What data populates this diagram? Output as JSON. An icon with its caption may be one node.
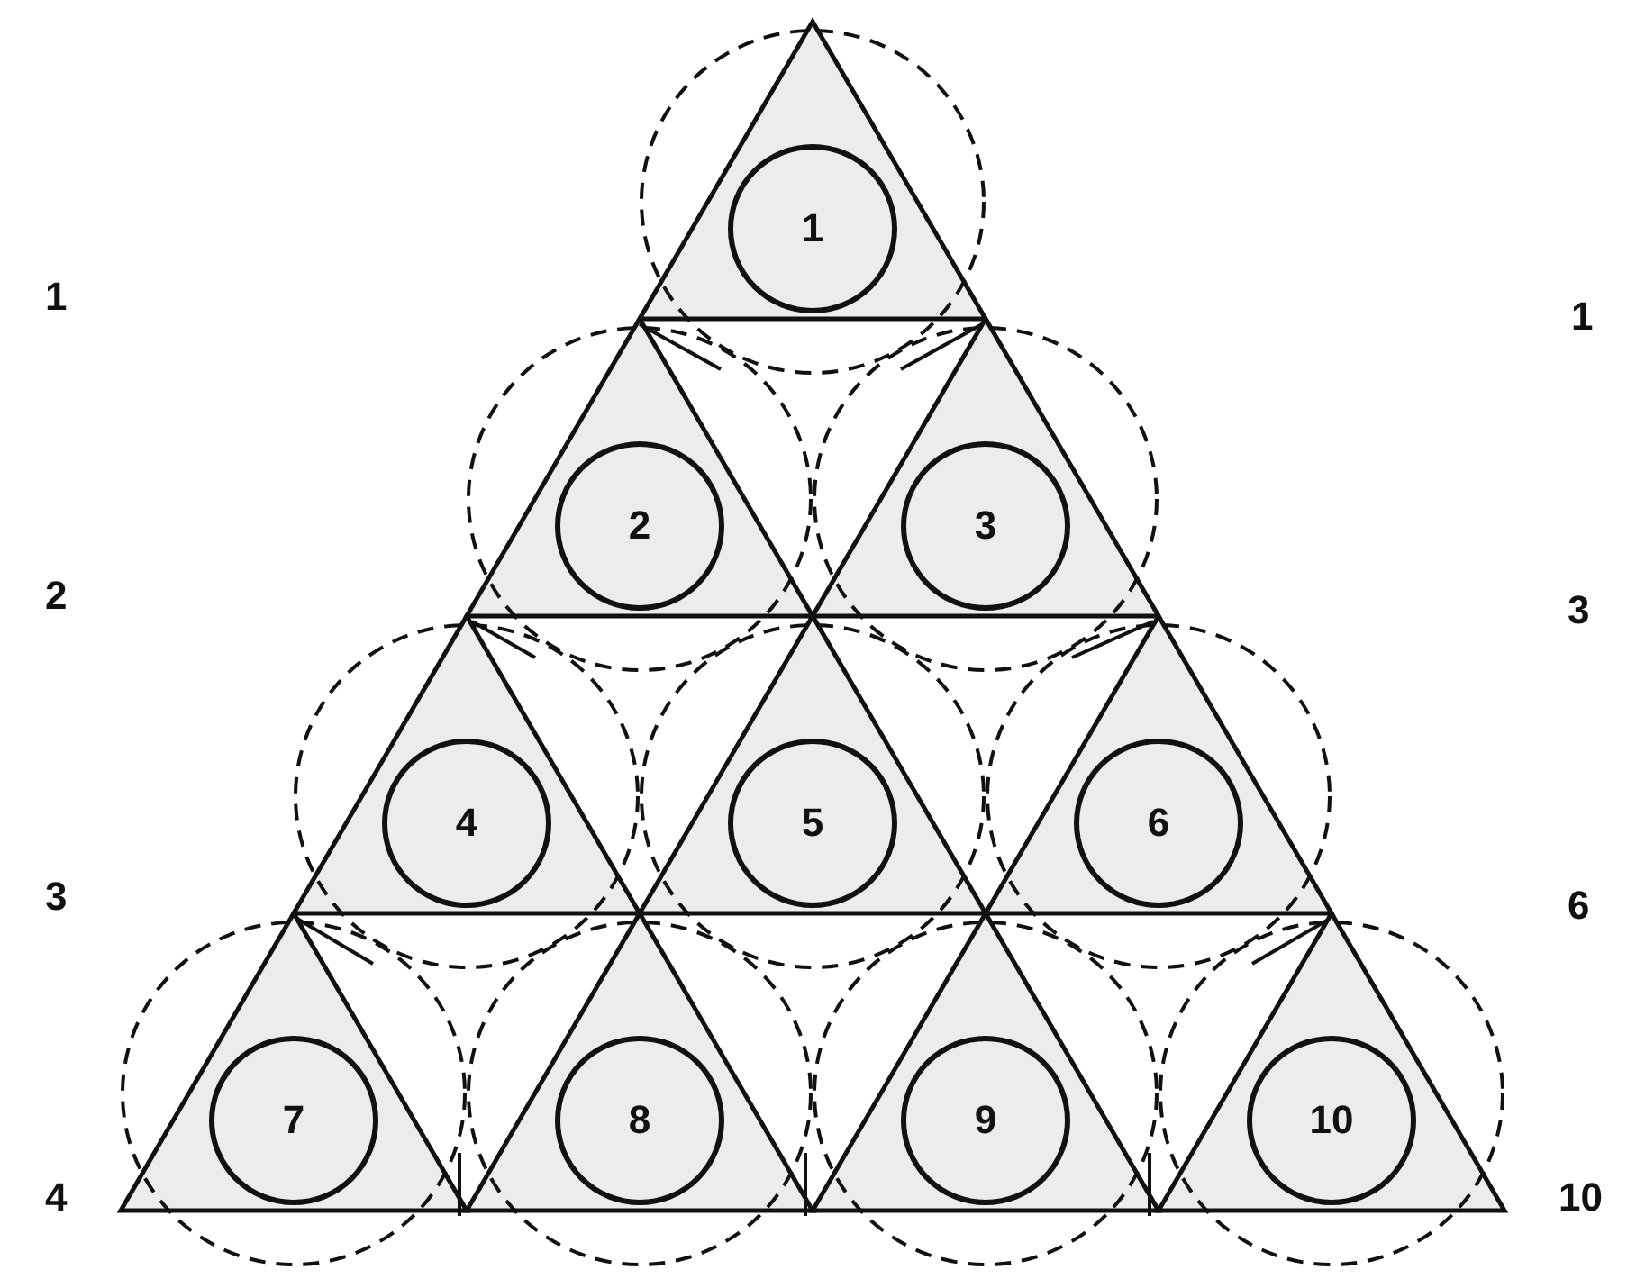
{
  "diagram": {
    "nodes": [
      {
        "text": [
          "1"
        ]
      },
      {
        "text": [
          "2"
        ]
      },
      {
        "text": [
          "3"
        ]
      },
      {
        "text": [
          "4"
        ]
      },
      {
        "text": [
          "5"
        ]
      },
      {
        "text": [
          "6"
        ]
      },
      {
        "text": [
          "7"
        ]
      },
      {
        "text": [
          "8"
        ]
      },
      {
        "text": [
          "9"
        ]
      },
      {
        "text": [
          "10"
        ]
      }
    ],
    "edges": [],
    "labels": [
      "1",
      "1",
      "2",
      "3",
      "3",
      "6",
      "4",
      "10"
    ]
  }
}
